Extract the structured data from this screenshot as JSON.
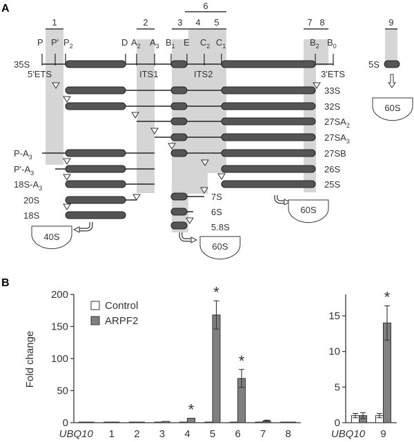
{
  "panel_a": {
    "panel_label": "A",
    "region_labels": [
      "1",
      "2",
      "3",
      "4",
      "5",
      "6",
      "7",
      "8",
      "9"
    ],
    "site_labels": {
      "P": "P",
      "Pp": "P'",
      "P2": "P",
      "P2_sub": "2",
      "D": "D",
      "A2": "A",
      "A2_sub": "2",
      "A3": "A",
      "A3_sub": "3",
      "B1": "B",
      "B1_sub": "1",
      "E": "E",
      "C2": "C",
      "C2_sub": "2",
      "C1": "C",
      "C1_sub": "1",
      "B2": "B",
      "B2_sub": "2",
      "B0": "B",
      "B0_sub": "0"
    },
    "gene_labels": {
      "pre": "35S",
      "ets5": "5'ETS",
      "its1": "ITS1",
      "its2": "ITS2",
      "ets3": "3'ETS",
      "s5": "5S"
    },
    "intermediates_right": {
      "s33": "33S",
      "s32": "32S",
      "s27sb": "27SB",
      "s26": "26S",
      "s25": "25S"
    },
    "sa2": {
      "main": "27SA",
      "sub": "2"
    },
    "sa3": {
      "main": "27SA",
      "sub": "3"
    },
    "intermediates_left": {
      "pa3": "P-A",
      "pa3_sub": "3",
      "ppa3": "P'-A",
      "ppa3_sub": "3",
      "s18a3": "18S-A",
      "s18a3_sub": "3",
      "s20": "20S",
      "s18": "18S"
    },
    "small_rna": {
      "s7": "7S",
      "s6": "6S",
      "s58": "5.8S"
    },
    "subunits": {
      "left": "40S",
      "middle": "60S",
      "right": "60S",
      "far_right": "60S"
    }
  },
  "panel_b": {
    "panel_label": "B",
    "legend": {
      "control": "Control",
      "arpf2": "ARPF2"
    },
    "colors": {
      "control": "#ffffff",
      "arpf2": "#808080",
      "axis": "#333333"
    }
  },
  "chart_data": [
    {
      "type": "bar",
      "categories": [
        "UBQ10",
        "1",
        "2",
        "3",
        "4",
        "5",
        "6",
        "7",
        "8"
      ],
      "series": [
        {
          "name": "Control",
          "values": [
            1,
            1,
            1,
            1,
            1,
            1,
            1,
            1,
            1
          ],
          "errors": [
            0,
            0,
            0,
            0,
            0,
            0,
            0,
            0,
            0
          ]
        },
        {
          "name": "ARPF2",
          "values": [
            1,
            1,
            1,
            2,
            7,
            168,
            69,
            3,
            1
          ],
          "errors": [
            0,
            0,
            0,
            0,
            0,
            22,
            14,
            1,
            0
          ]
        }
      ],
      "significant": [
        "4",
        "5",
        "6"
      ],
      "significance_mark": "*",
      "ylabel": "Fold change",
      "ylim": [
        0,
        200
      ],
      "yticks": [
        0,
        50,
        100,
        150,
        200
      ],
      "legend": "top-left"
    },
    {
      "type": "bar",
      "categories": [
        "UBQ10",
        "9"
      ],
      "series": [
        {
          "name": "Control",
          "values": [
            1,
            1
          ],
          "errors": [
            0.3,
            0.3
          ]
        },
        {
          "name": "ARPF2",
          "values": [
            1,
            14
          ],
          "errors": [
            0.4,
            2.4
          ]
        }
      ],
      "significant": [
        "9"
      ],
      "significance_mark": "*",
      "ylim": [
        0,
        18
      ],
      "yticks": [
        0,
        5,
        10,
        15
      ]
    }
  ]
}
